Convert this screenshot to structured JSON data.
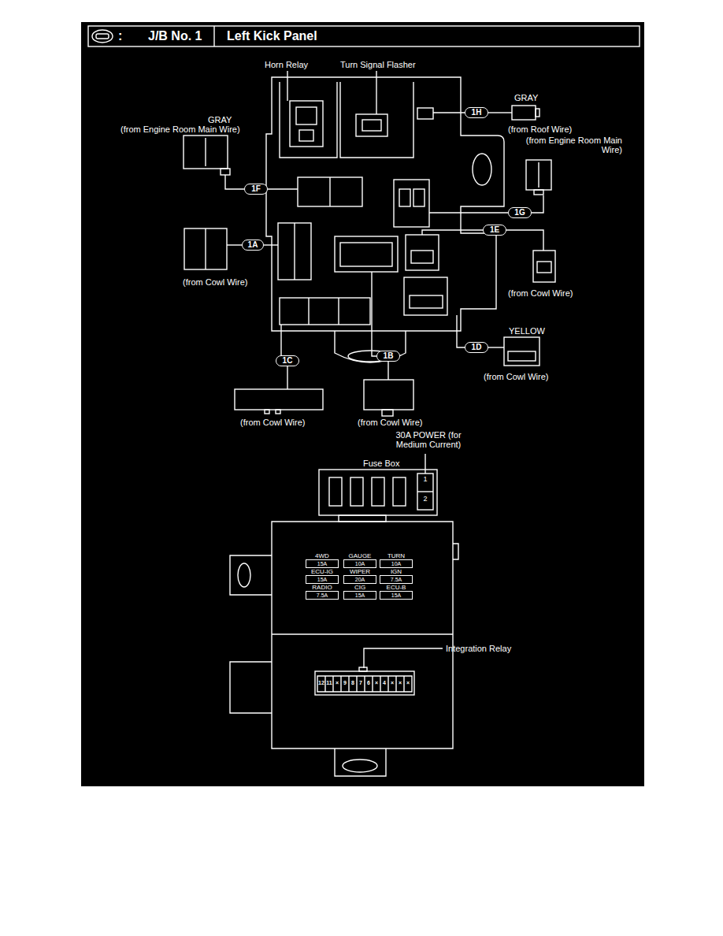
{
  "diagram": {
    "title": "J/B No. 1",
    "nodes": [
      {
        "text": [
          "1H"
        ]
      },
      {
        "text": [
          "1F"
        ]
      },
      {
        "text": [
          "1G"
        ]
      },
      {
        "text": [
          "1E"
        ]
      },
      {
        "text": [
          "1A"
        ]
      },
      {
        "text": [
          "1D"
        ]
      },
      {
        "text": [
          "1B"
        ]
      },
      {
        "text": [
          "1C"
        ]
      },
      {
        "text": [
          "4WD",
          "15A"
        ]
      },
      {
        "text": [
          "GAUGE",
          "10A"
        ]
      },
      {
        "text": [
          "TURN",
          "10A"
        ]
      },
      {
        "text": [
          "ECU-IG",
          "15A"
        ]
      },
      {
        "text": [
          "WIPER",
          "20A"
        ]
      },
      {
        "text": [
          "IGN",
          "7.5A"
        ]
      },
      {
        "text": [
          "RADIO",
          "7.5A"
        ]
      },
      {
        "text": [
          "CIG",
          "15A"
        ]
      },
      {
        "text": [
          "ECU-B",
          "15A"
        ]
      }
    ],
    "labels": [
      ":",
      "Left Kick Panel",
      "Horn Relay",
      "Turn Signal Flasher",
      "GRAY",
      "(from Engine Room Main Wire)",
      "GRAY",
      "(from Roof Wire)",
      "(from Engine Room Main Wire)",
      "(from Cowl Wire)",
      "(from Cowl Wire)",
      "YELLOW",
      "(from Cowl Wire)",
      "(from Cowl Wire)",
      "(from Cowl Wire)",
      "30A POWER (for Medium Current)",
      "Fuse Box",
      "1",
      "2",
      "Integration Relay",
      "12",
      "11",
      "×",
      "9",
      "8",
      "7",
      "6",
      "×",
      "4",
      "×",
      "×",
      "×"
    ]
  }
}
